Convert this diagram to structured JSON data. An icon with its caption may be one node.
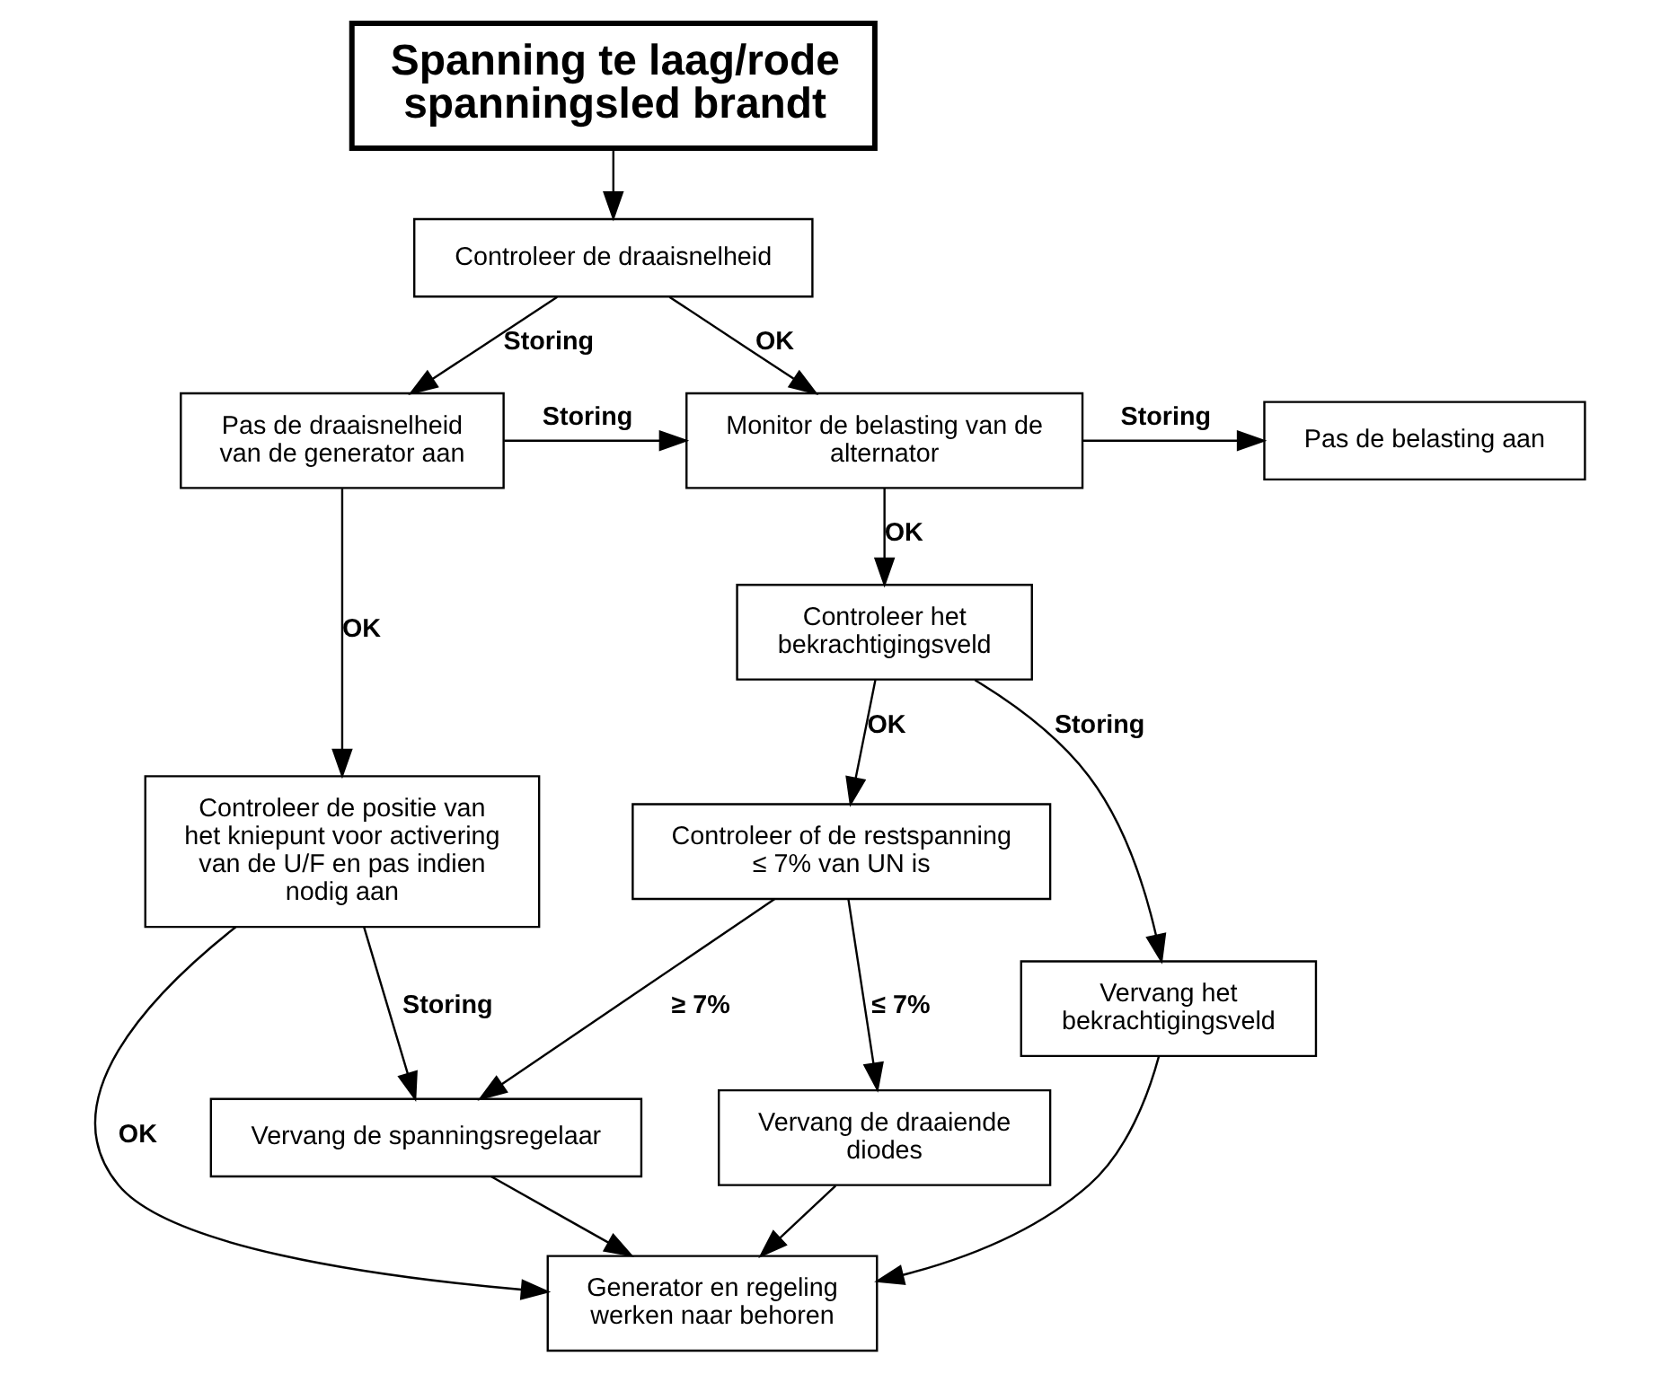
{
  "diagram": {
    "nodes": [
      {
        "text": [
          "Spanning te laag/rode spanningsled brandt"
        ]
      },
      {
        "text": [
          "Controleer de draaisnelheid"
        ]
      },
      {
        "text": [
          "Pas de draaisnelheid van de generator aan"
        ]
      },
      {
        "text": [
          "Monitor de belasting van de alternator"
        ]
      },
      {
        "text": [
          "Pas de belasting aan"
        ]
      },
      {
        "text": [
          "Controleer de positie van het kniepunt voor activering van de U/F en pas indien nodig aan"
        ]
      },
      {
        "text": [
          "Controleer het bekrachtigingsveld"
        ]
      },
      {
        "text": [
          "Vervang het bekrachtigingsveld"
        ]
      },
      {
        "text": [
          "Controleer of de restspanning ≤ 7% van UN is"
        ]
      },
      {
        "text": [
          "Vervang de draaiende diodes"
        ]
      },
      {
        "text": [
          "Vervang de spanningsregelaar"
        ]
      },
      {
        "text": [
          "Generator en regeling werken naar behoren"
        ]
      }
    ],
    "edges": [
      {
        "from": 0,
        "to": 1,
        "arrow": "to"
      },
      {
        "from": 1,
        "to": 3,
        "arrow": "to",
        "label": "OK"
      },
      {
        "from": 1,
        "to": 2,
        "arrow": "to",
        "label": "Storing"
      },
      {
        "from": 2,
        "to": 3,
        "arrow": "to",
        "label": "Storing"
      },
      {
        "from": 2,
        "to": 5,
        "arrow": "to",
        "label": "OK"
      },
      {
        "from": 3,
        "to": 4,
        "arrow": "to",
        "label": "Storing"
      },
      {
        "from": 3,
        "to": 6,
        "arrow": "to",
        "label": "OK"
      },
      {
        "from": 6,
        "to": 7,
        "arrow": "to",
        "label": "Storing"
      },
      {
        "from": 6,
        "to": 8,
        "arrow": "to",
        "label": "OK"
      },
      {
        "from": 8,
        "to": 9,
        "arrow": "to",
        "label": "≤ 7%"
      },
      {
        "from": 8,
        "to": 10,
        "arrow": "to",
        "label": "≥ 7%"
      },
      {
        "from": 5,
        "to": 10,
        "arrow": "to",
        "label": "Storing"
      },
      {
        "from": 5,
        "to": 11,
        "arrow": "to",
        "label": "OK"
      },
      {
        "from": 10,
        "to": 11,
        "arrow": "to"
      },
      {
        "from": 9,
        "to": 11,
        "arrow": "to"
      },
      {
        "from": 7,
        "to": 11,
        "arrow": "to"
      }
    ]
  }
}
